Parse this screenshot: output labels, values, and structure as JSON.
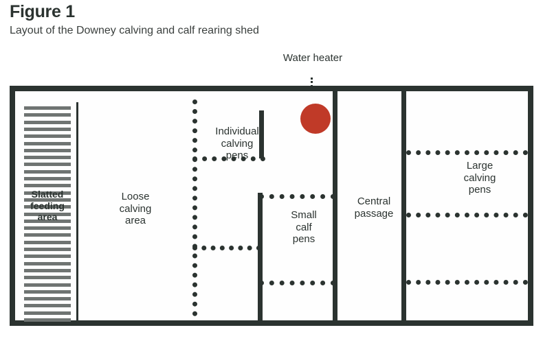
{
  "figure": {
    "title": "Figure 1",
    "subtitle": "Layout of the Downey calving and calf rearing shed"
  },
  "callouts": {
    "water_heater": "Water\nheater"
  },
  "colors": {
    "outline": "#2b3330",
    "slat_gray": "#6f7472",
    "water_heater_red": "#c03a28",
    "background": "#ffffff"
  },
  "plan": {
    "zones": [
      {
        "id": "slatted-feeding-area",
        "label": "Slatted\nfeeding\narea"
      },
      {
        "id": "loose-calving-area",
        "label": "Loose\ncalving\narea"
      },
      {
        "id": "individual-calving-pens",
        "label": "Individual\ncalving\npens"
      },
      {
        "id": "small-calf-pens",
        "label": "Small\ncalf\npens"
      },
      {
        "id": "central-passage",
        "label": "Central\npassage"
      },
      {
        "id": "large-calving-pens",
        "label": "Large\ncalving\npens"
      }
    ],
    "equipment": [
      {
        "id": "water-heater",
        "shape": "circle",
        "color": "#c03a28"
      }
    ],
    "slat_count": 31
  }
}
